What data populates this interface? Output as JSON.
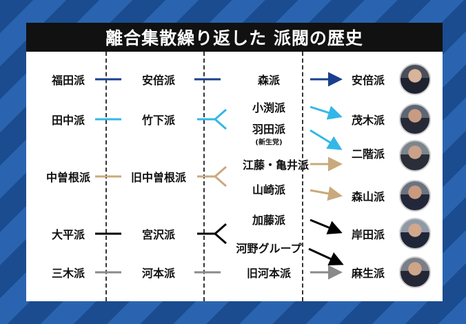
{
  "title": "離合集散繰り返した 派閥の歴史",
  "colors": {
    "navy": "#1a3f8e",
    "cyan": "#33b7e6",
    "tan": "#c9a97c",
    "black": "#000000",
    "gray": "#8a8a8a"
  },
  "rows": [
    {
      "color": "navy",
      "c1": "福田派",
      "c2": "安倍派",
      "c3": [
        "森派"
      ],
      "c4": "安倍派",
      "avatar": "avatar-abe"
    },
    {
      "color": "cyan",
      "c1": "田中派",
      "c2": "竹下派",
      "c3": [
        "小渕派",
        "羽田派"
      ],
      "c3_note": "(新生党)",
      "c4": [
        "茂木派",
        "二階派"
      ],
      "avatar": [
        "avatar-motegi",
        "avatar-nikai"
      ]
    },
    {
      "color": "tan",
      "c1": "中曽根派",
      "c2": "旧中曽根派",
      "c3": [
        "江藤・亀井派",
        "山崎派"
      ],
      "c4": [
        "森山派"
      ],
      "avatar": [
        "avatar-moriyama"
      ]
    },
    {
      "color": "black",
      "c1": "大平派",
      "c2": "宮沢派",
      "c3": [
        "加藤派",
        "河野グループ"
      ],
      "c4": [
        "岸田派",
        "麻生派"
      ],
      "avatar": [
        "avatar-kishida",
        "avatar-aso"
      ]
    },
    {
      "color": "gray",
      "c1": "三木派",
      "c2": "河本派",
      "c3": [
        "旧河本派"
      ]
    }
  ]
}
